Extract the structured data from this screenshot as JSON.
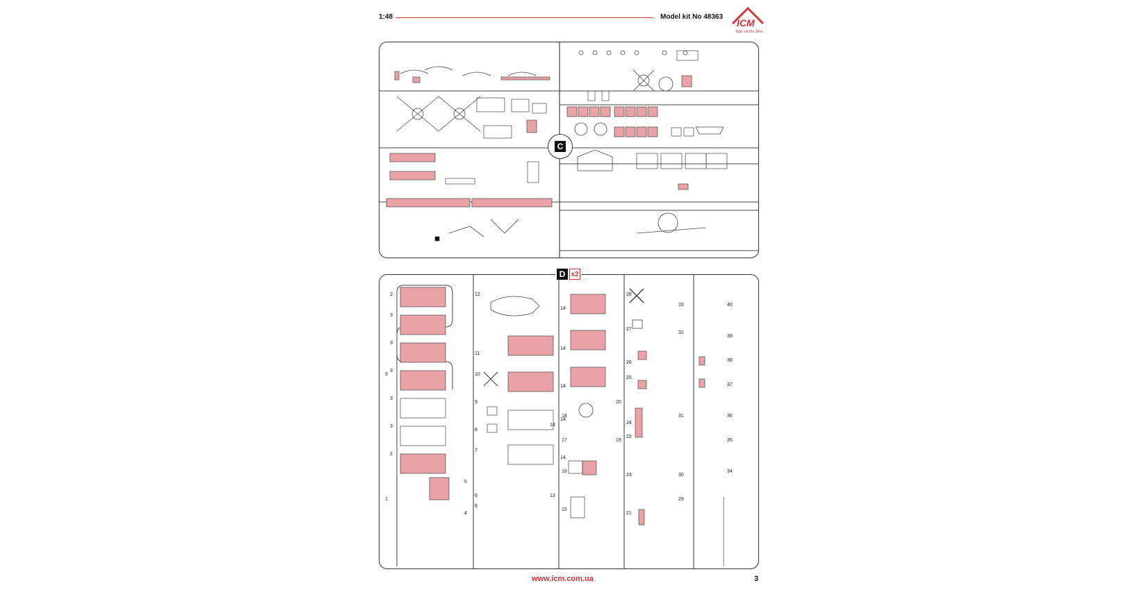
{
  "header": {
    "scale": "1:48",
    "model": "Model kit No 48363",
    "logo_text": "ICM",
    "logo_slogan": "Take on the Best"
  },
  "sprue_c": {
    "letter": "C"
  },
  "sprue_d": {
    "letter": "D",
    "quantity": "x2",
    "part_numbers": [
      "1",
      "2",
      "2",
      "3",
      "3",
      "3",
      "3",
      "3",
      "3",
      "4",
      "5",
      "6",
      "6",
      "7",
      "8",
      "9",
      "10",
      "11",
      "12",
      "13",
      "14",
      "14",
      "14",
      "14",
      "14",
      "14",
      "15",
      "16",
      "17",
      "18",
      "19",
      "20",
      "21",
      "22",
      "23",
      "24",
      "25",
      "26",
      "27",
      "28",
      "29",
      "30",
      "31",
      "32",
      "33",
      "34",
      "35",
      "36",
      "37",
      "38",
      "39",
      "40"
    ]
  },
  "footer": {
    "url": "www.icm.com.ua",
    "page": "3"
  },
  "colors": {
    "accent": "#d2343d",
    "highlight": "#e9a3a6"
  }
}
